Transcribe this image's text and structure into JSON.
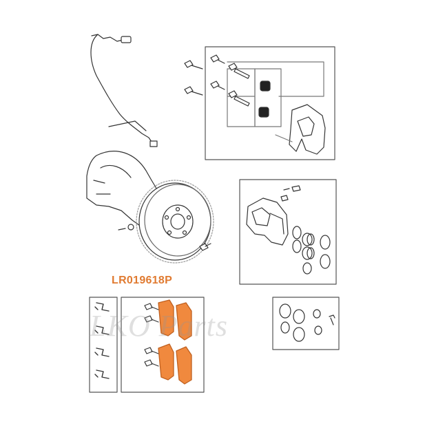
{
  "part_number": "LR019618P",
  "watermark": "LKO Parts",
  "colors": {
    "background": "#ffffff",
    "line": "#333333",
    "frame": "#555555",
    "highlight_fill": "#f0893e",
    "highlight_stroke": "#c0601f",
    "part_number_text": "#e07a30"
  },
  "icons": [
    "abs-sensor-cable",
    "caliper-bolt",
    "caliper-carrier-bracket",
    "dust-shield",
    "brake-disc",
    "caliper",
    "piston",
    "seal-ring",
    "brake-pad",
    "pad-clip",
    "pad-bolt",
    "bleed-nipple"
  ]
}
